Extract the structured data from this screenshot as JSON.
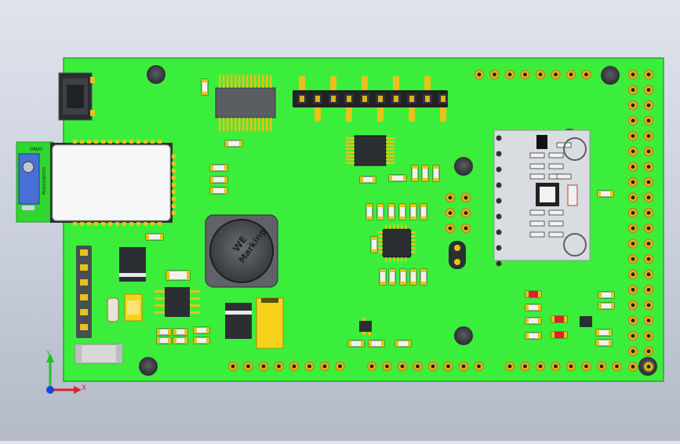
{
  "inductor": {
    "line1": "WE",
    "line2": "Marking"
  },
  "module_label": {
    "line1": "ON/O",
    "line2": "PUSH/SWITCH"
  },
  "axes": {
    "x_label": "X",
    "y_label": "Y"
  },
  "colors": {
    "background_top": "#dfe3ec",
    "board": "#3cee3c",
    "pad": "#e6c21a",
    "ic_body": "#2b2f33",
    "module_shield": "#d9dce0",
    "x_axis": "#e0202a",
    "y_axis": "#22c02a",
    "z_axis": "#1a3ee8"
  },
  "icons": [
    "triad-axis-icon",
    "mounting-hole-icon",
    "usb-connector-icon"
  ]
}
